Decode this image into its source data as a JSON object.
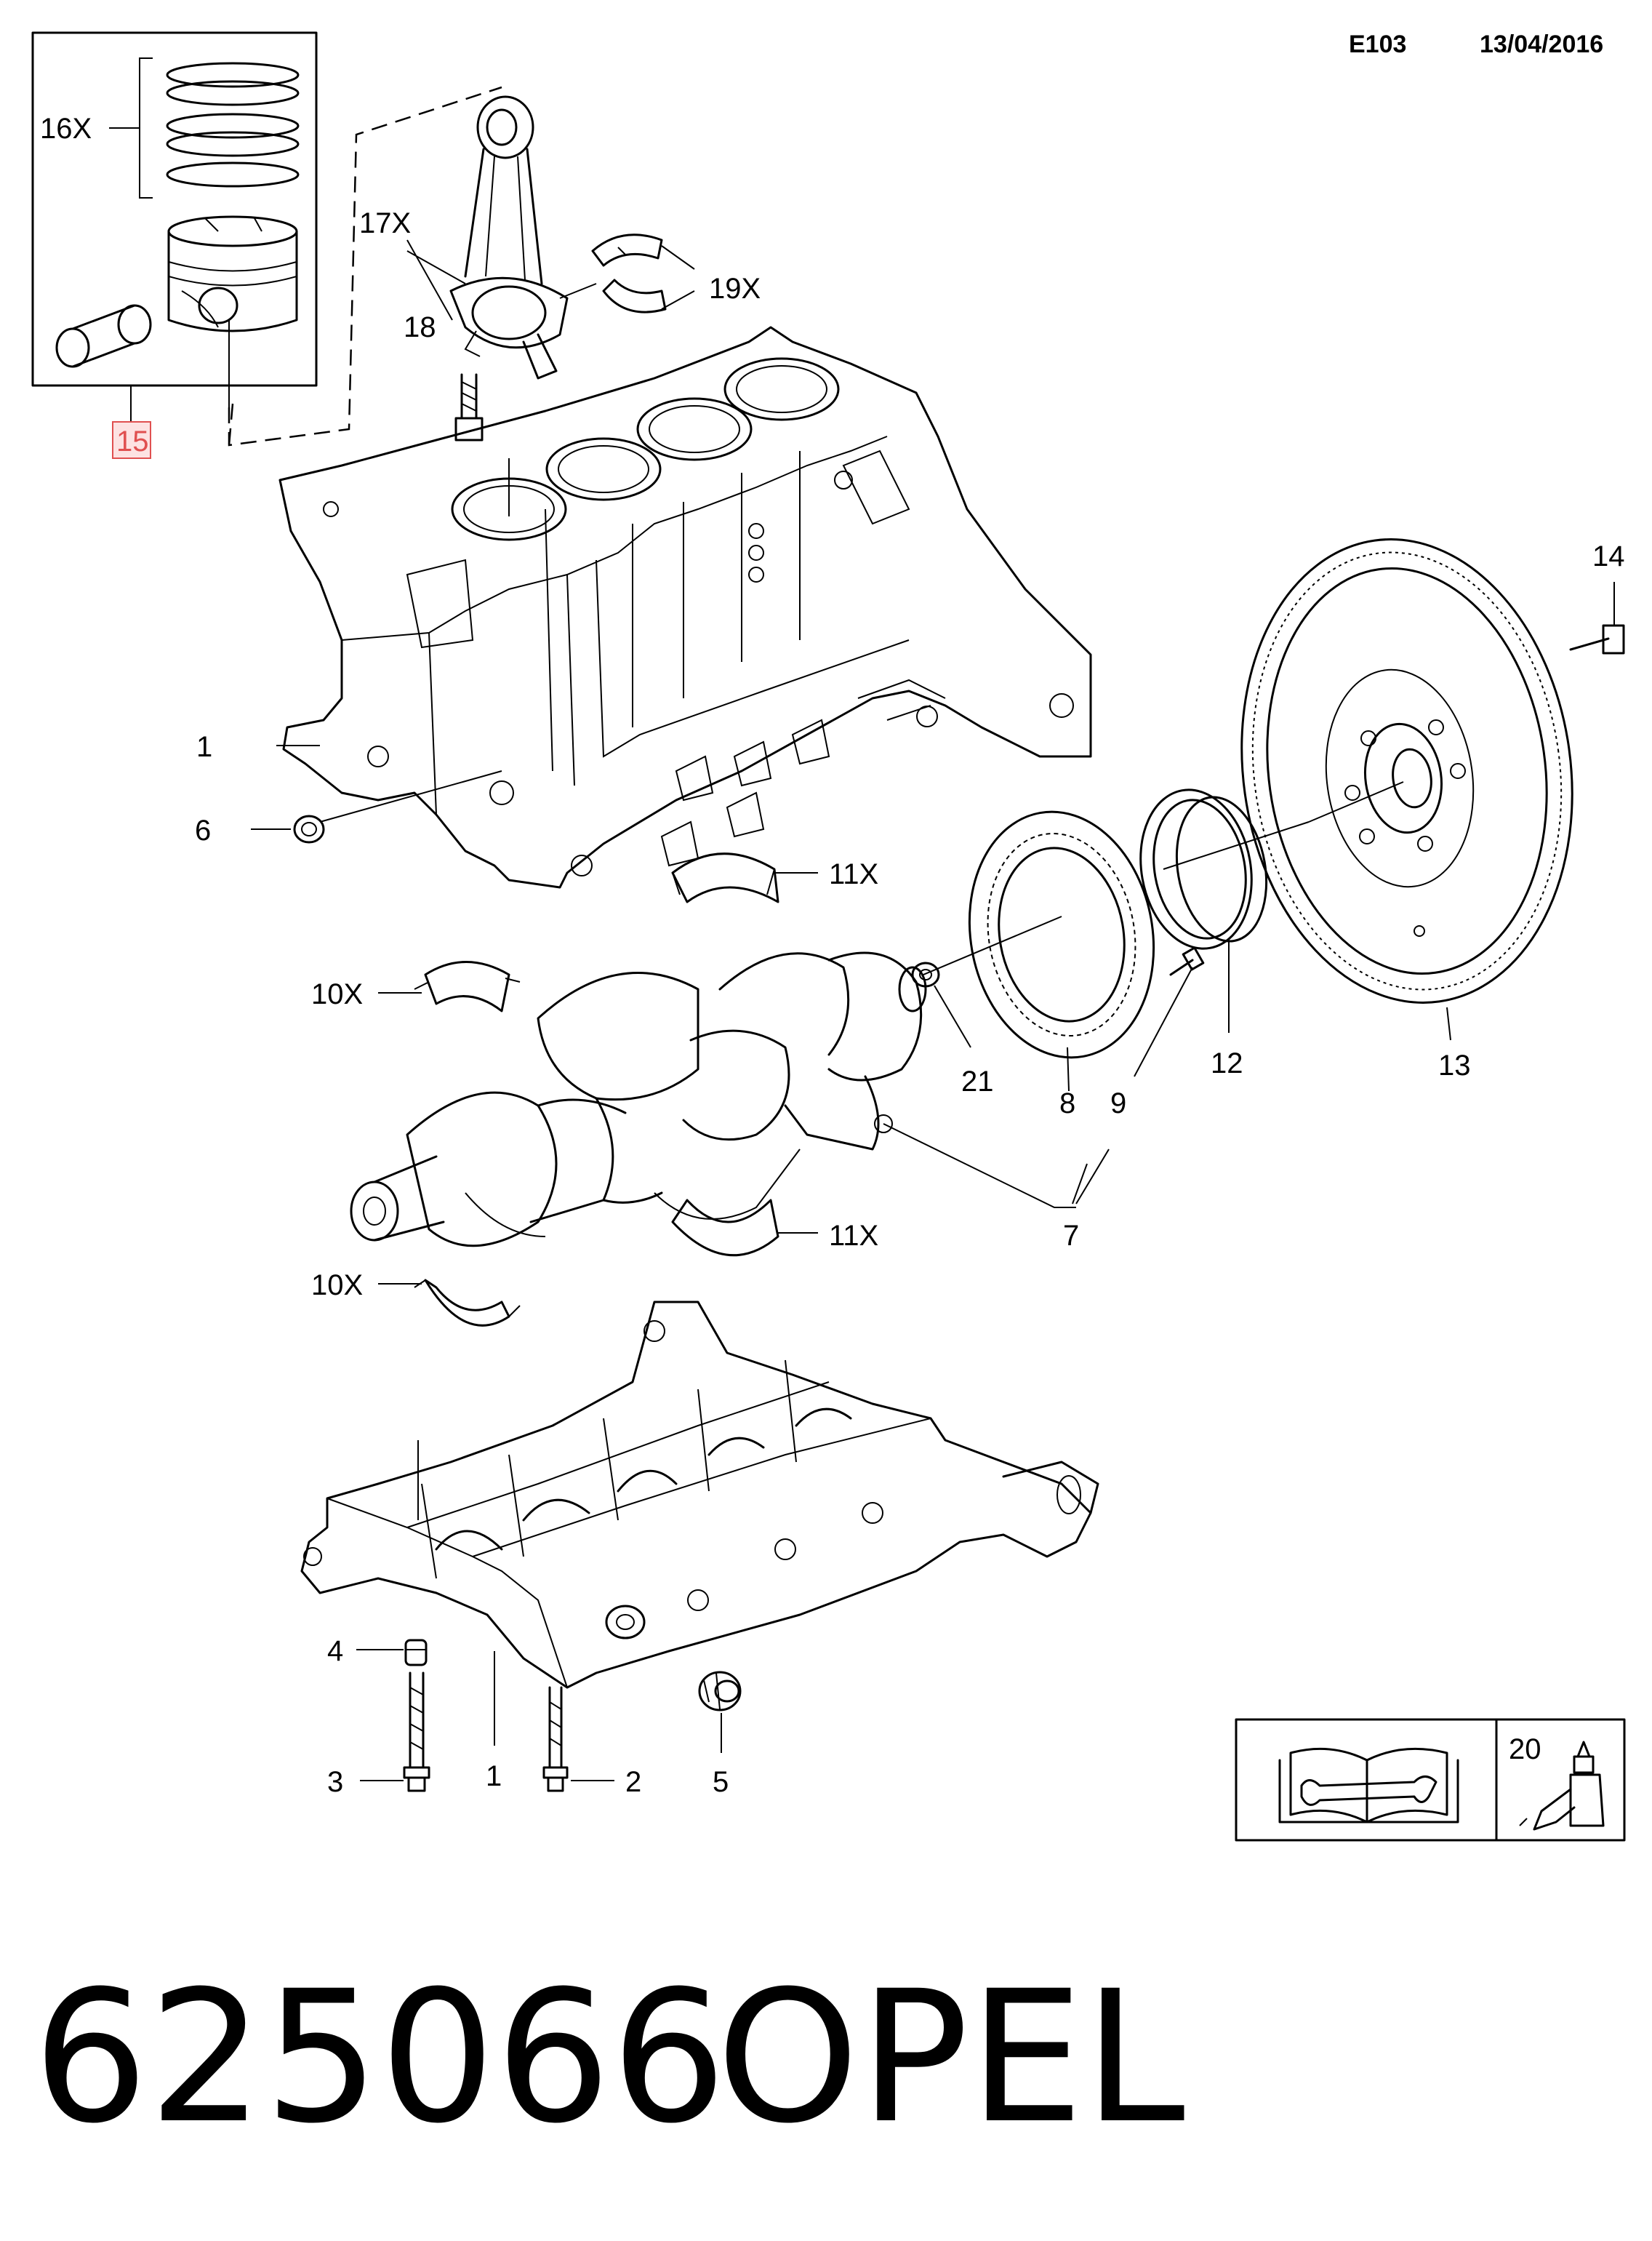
{
  "header": {
    "code": "E103",
    "date": "13/04/2016"
  },
  "labels": {
    "l16x": "16X",
    "l17x": "17X",
    "l18": "18",
    "l19x": "19X",
    "l15": "15",
    "l14": "14",
    "l1a": "1",
    "l6": "6",
    "l11xa": "11X",
    "l10xa": "10X",
    "l21": "21",
    "l8": "8",
    "l9": "9",
    "l12": "12",
    "l13": "13",
    "l7": "7",
    "l11xb": "11X",
    "l10xb": "10X",
    "l4": "4",
    "l3": "3",
    "l1b": "1",
    "l2": "2",
    "l5": "5",
    "l20": "20"
  },
  "footer": {
    "part_number": "625066",
    "brand": "OPEL"
  },
  "colors": {
    "highlight_box": "#e05050",
    "line": "#000000"
  },
  "icons": {
    "manual": "repair-manual-icon",
    "sealant": "sealant-tube-icon"
  }
}
